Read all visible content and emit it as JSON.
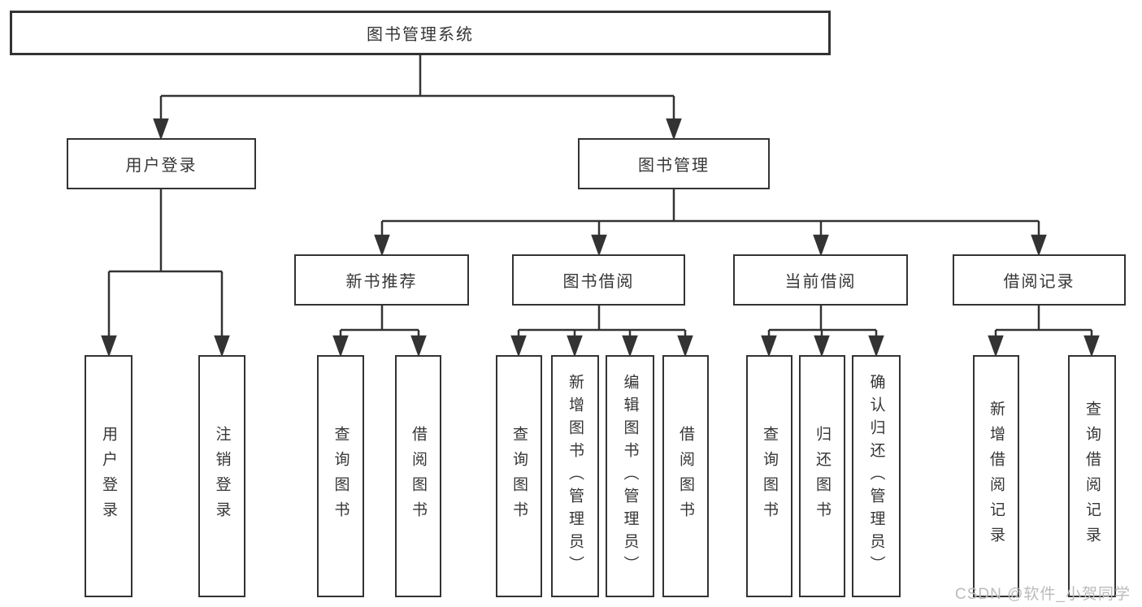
{
  "watermark": {
    "text": "CSDN @软件_小贺同学",
    "color": "#bcbaba"
  },
  "colors": {
    "line": "#333333",
    "box_border": "#333333",
    "text": "#363636",
    "background": "#ffffff",
    "watermark": "#bcbaba"
  },
  "tree": {
    "root": {
      "label": "图书管理系统",
      "children": [
        {
          "label": "用户登录",
          "children": [
            {
              "label": "用户登录"
            },
            {
              "label": "注销登录"
            }
          ]
        },
        {
          "label": "图书管理",
          "children": [
            {
              "label": "新书推荐",
              "children": [
                {
                  "label": "查询图书"
                },
                {
                  "label": "借阅图书"
                }
              ]
            },
            {
              "label": "图书借阅",
              "children": [
                {
                  "label": "查询图书"
                },
                {
                  "label": "新增图书（管理员）"
                },
                {
                  "label": "编辑图书（管理员）"
                },
                {
                  "label": "借阅图书"
                }
              ]
            },
            {
              "label": "当前借阅",
              "children": [
                {
                  "label": "查询图书"
                },
                {
                  "label": "归还图书"
                },
                {
                  "label": "确认归还（管理员）"
                }
              ]
            },
            {
              "label": "借阅记录",
              "children": [
                {
                  "label": "新增借阅记录"
                },
                {
                  "label": "查询借阅记录"
                }
              ]
            }
          ]
        }
      ]
    }
  }
}
